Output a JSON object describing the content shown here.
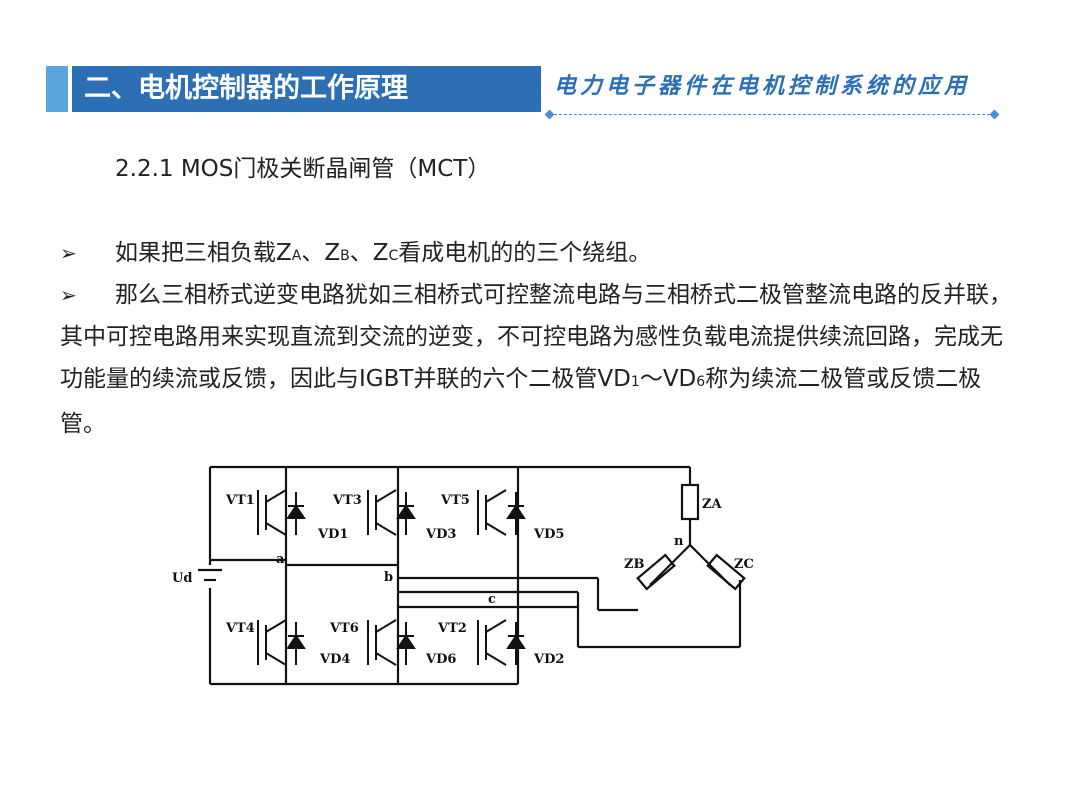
{
  "header": {
    "title": "二、电机控制器的工作原理",
    "subtitle_right": "电力电子器件在电机控制系统的应用"
  },
  "section": {
    "heading": "2.2.1 MOS门极关断晶闸管（MCT）"
  },
  "bullets": {
    "b1_text_before": "如果把三相负载Z",
    "b1_sub_a": "A",
    "b1_sep1": "、Z",
    "b1_sub_b": "B",
    "b1_sep2": "、Z",
    "b1_sub_c": "C",
    "b1_text_after": "看成电机的的三个绕组。",
    "b2_text": "那么三相桥式逆变电路犹如三相桥式可控整流电路与三相桥式二极管整流电路的反并联，其中可控电路用来实现直流到交流的逆变，不可控电路为感性负载电流提供续流回路，完成无功能量的续流或反馈，因此与IGBT并联的六个二极管VD",
    "b2_sub_1": "1",
    "b2_mid": "～VD",
    "b2_sub_6": "6",
    "b2_tail": "称为续流二极管或反馈二极管。",
    "marker": "➢"
  },
  "circuit": {
    "labels": {
      "vt1": "VT1",
      "vt3": "VT3",
      "vt5": "VT5",
      "vt4": "VT4",
      "vt6": "VT6",
      "vt2": "VT2",
      "vd1": "VD1",
      "vd3": "VD3",
      "vd5": "VD5",
      "vd4": "VD4",
      "vd6": "VD6",
      "vd2": "VD2",
      "node_a": "a",
      "node_b": "b",
      "node_c": "c",
      "node_n": "n",
      "ud": "Ud",
      "za": "ZA",
      "zb": "ZB",
      "zc": "ZC"
    }
  }
}
